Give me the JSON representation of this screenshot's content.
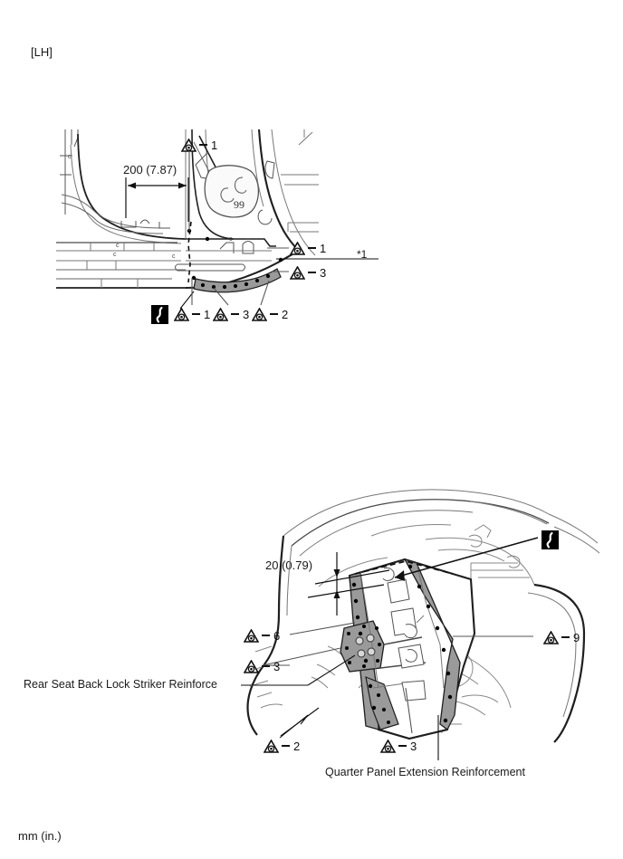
{
  "document": {
    "side_tag": "[LH]",
    "units_note": "mm (in.)"
  },
  "upper_figure": {
    "dimension": {
      "label": "200 (7.87)",
      "value_mm": 200,
      "value_in": 7.87
    },
    "reference_note": "*1",
    "callouts": [
      {
        "id": "u-top-1",
        "icon": "weld-triangle-icon",
        "number": "1"
      },
      {
        "id": "u-right-1",
        "icon": "weld-triangle-icon",
        "number": "1"
      },
      {
        "id": "u-right-3",
        "icon": "weld-triangle-icon",
        "number": "3"
      },
      {
        "id": "u-bottom-1",
        "icon": "weld-triangle-icon",
        "number": "1"
      },
      {
        "id": "u-bottom-3",
        "icon": "weld-triangle-icon",
        "number": "3"
      },
      {
        "id": "u-bottom-2",
        "icon": "weld-triangle-icon",
        "number": "2"
      }
    ],
    "symbols": [
      {
        "id": "u-s-marker",
        "icon": "sealer-squiggle-icon",
        "label": "S"
      }
    ]
  },
  "lower_figure": {
    "dimension": {
      "label": "20 (0.79)",
      "value_mm": 20,
      "value_in": 0.79
    },
    "callouts": [
      {
        "id": "l-left-6",
        "icon": "weld-triangle-icon",
        "number": "6"
      },
      {
        "id": "l-left-3",
        "icon": "weld-triangle-icon",
        "number": "3"
      },
      {
        "id": "l-right-9",
        "icon": "weld-triangle-icon",
        "number": "9"
      },
      {
        "id": "l-bottom-2",
        "icon": "weld-triangle-icon",
        "number": "2"
      },
      {
        "id": "l-bottom-3",
        "icon": "weld-triangle-icon",
        "number": "3"
      }
    ],
    "symbols": [
      {
        "id": "l-s-marker",
        "icon": "sealer-squiggle-icon",
        "label": "S"
      }
    ],
    "part_labels": [
      {
        "id": "striker-reinforce",
        "text": "Rear Seat Back Lock Striker Reinforce"
      },
      {
        "id": "quarter-panel-ext",
        "text": "Quarter Panel Extension Reinforcement"
      }
    ]
  },
  "colors": {
    "ink": "#111111",
    "line": "#2b2b2b",
    "thin_line": "#6e6e6e",
    "flange_fill": "#9a9a9a",
    "weld_dot": "#000000",
    "background": "#ffffff"
  }
}
